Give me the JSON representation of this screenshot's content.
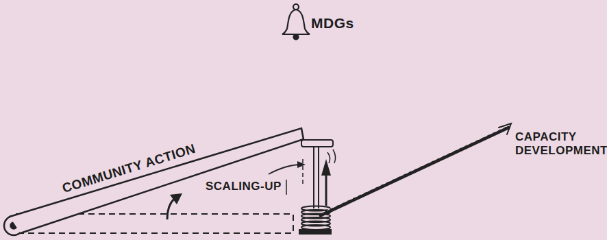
{
  "diagram": {
    "labels": [
      "MDGs",
      "COMMUNITY ACTION",
      "SCALING-UP",
      "CAPACITY DEVELOPMENT"
    ]
  }
}
